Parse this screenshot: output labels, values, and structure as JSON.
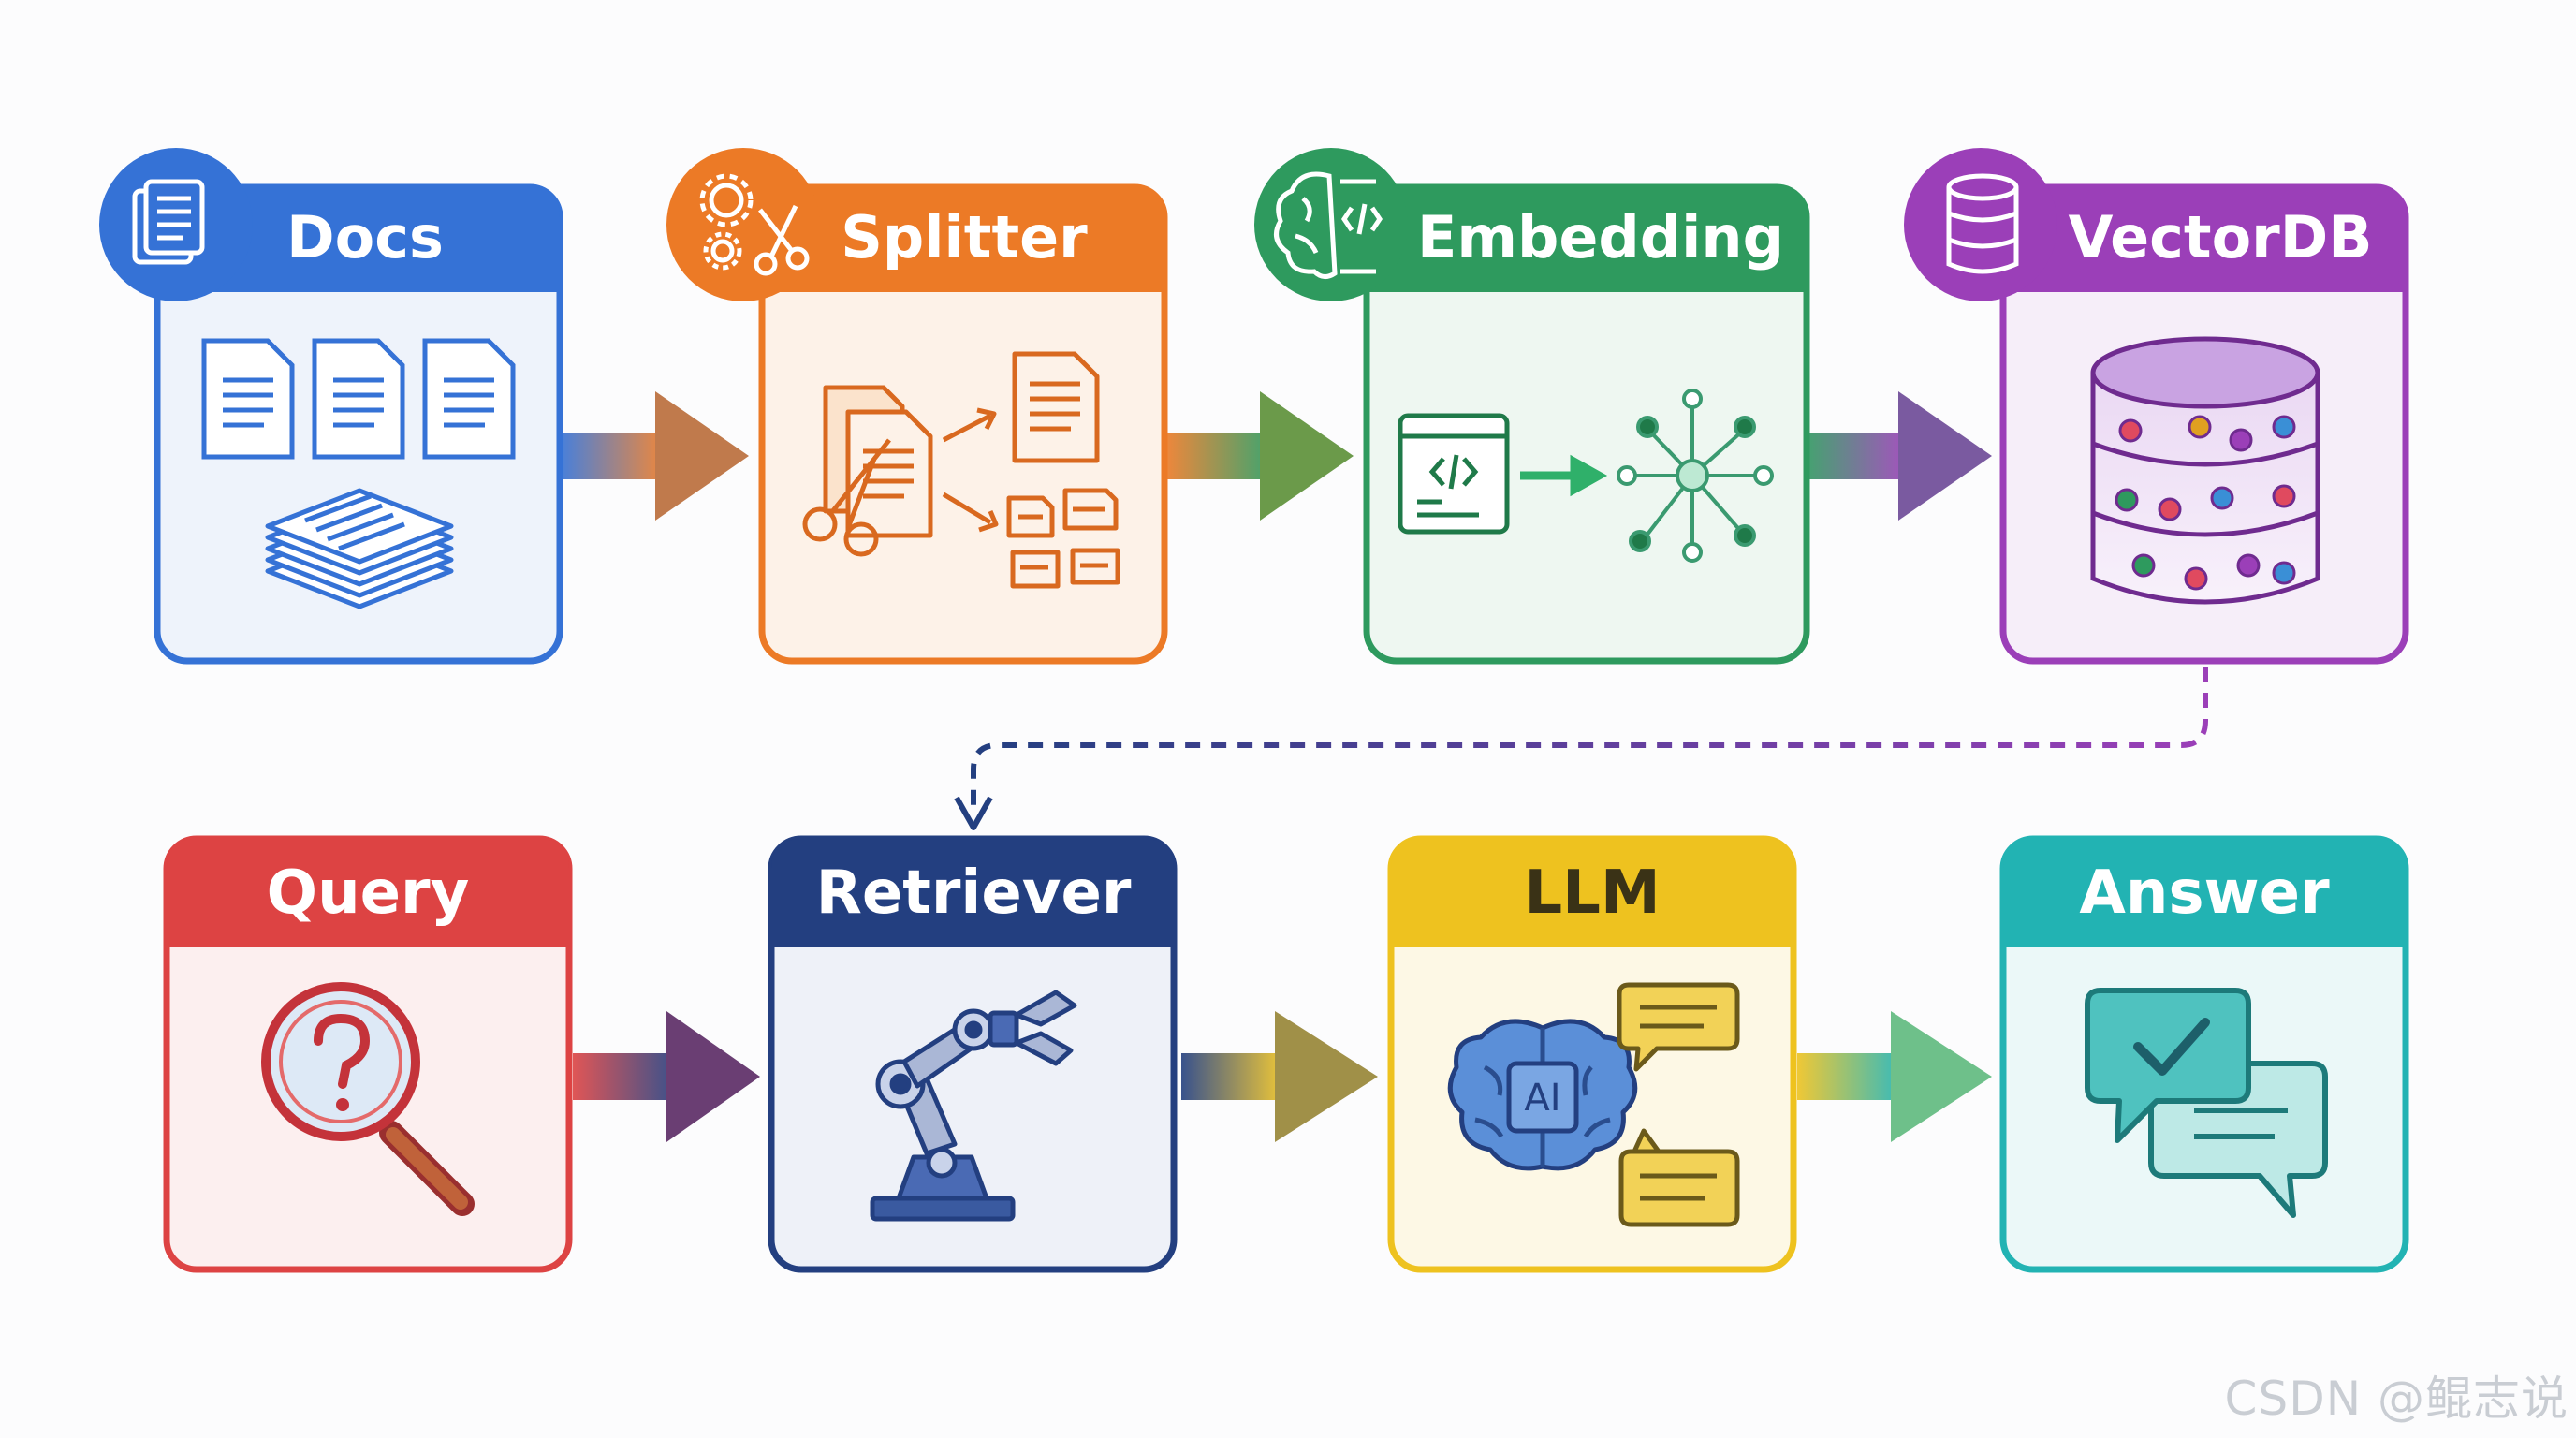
{
  "stages": [
    {
      "id": "docs",
      "title": "Docs",
      "color": "#3572d6",
      "bg": "#eef3fb",
      "icon": "documents-icon"
    },
    {
      "id": "splitter",
      "title": "Splitter",
      "color": "#ec7a26",
      "bg": "#fdf2e8",
      "icon": "gears-scissors-icon"
    },
    {
      "id": "embedding",
      "title": "Embedding",
      "color": "#2e9a5e",
      "bg": "#eef7f1",
      "icon": "brain-code-icon"
    },
    {
      "id": "vectordb",
      "title": "VectorDB",
      "color": "#9b3fb8",
      "bg": "#f6eef9",
      "icon": "database-icon"
    },
    {
      "id": "query",
      "title": "Query",
      "color": "#dd4343",
      "bg": "#fcefef",
      "icon": "magnifier-question-icon"
    },
    {
      "id": "retriever",
      "title": "Retriever",
      "color": "#233f80",
      "bg": "#eef1f8",
      "icon": "robot-arm-icon"
    },
    {
      "id": "llm",
      "title": "LLM",
      "color": "#eec21f",
      "bg": "#fdf8e5",
      "icon": "ai-brain-icon"
    },
    {
      "id": "answer",
      "title": "Answer",
      "color": "#22b3b3",
      "bg": "#ebf8f8",
      "icon": "answer-chat-icon"
    }
  ],
  "icons": {
    "llm_chip": "AI"
  },
  "watermark": "CSDN @鲲志说"
}
